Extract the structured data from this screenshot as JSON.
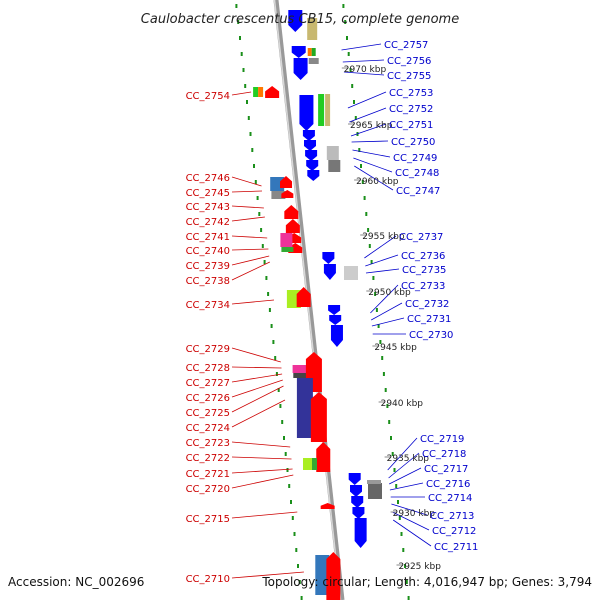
{
  "title": "Caulobacter crescentus CB15, complete genome",
  "footer": {
    "accession": "Accession: NC_002696",
    "topology": "Topology: circular; Length: 4,016,947 bp; Genes: 3,794"
  },
  "colors": {
    "forward": "#ff0000",
    "reverse": "#0000ff",
    "backbone": "#999999",
    "track_dots": "#1a8f1a",
    "label_left": "#cc0000",
    "label_right": "#0000cc"
  },
  "kbp_marks": [
    {
      "label": "2970 kbp"
    },
    {
      "label": "2965 kbp"
    },
    {
      "label": "2960 kbp"
    },
    {
      "label": "2955 kbp"
    },
    {
      "label": "2950 kbp"
    },
    {
      "label": "2945 kbp"
    },
    {
      "label": "2940 kbp"
    },
    {
      "label": "2935 kbp"
    },
    {
      "label": "2930 kbp"
    },
    {
      "label": "2925 kbp"
    }
  ],
  "left_genes": [
    "CC_2754",
    "CC_2746",
    "CC_2745",
    "CC_2743",
    "CC_2742",
    "CC_2741",
    "CC_2740",
    "CC_2739",
    "CC_2738",
    "CC_2734",
    "CC_2729",
    "CC_2728",
    "CC_2727",
    "CC_2726",
    "CC_2725",
    "CC_2724",
    "CC_2723",
    "CC_2722",
    "CC_2721",
    "CC_2720",
    "CC_2715",
    "CC_2710"
  ],
  "right_genes": [
    "CC_2757",
    "CC_2756",
    "CC_2755",
    "CC_2753",
    "CC_2752",
    "CC_2751",
    "CC_2750",
    "CC_2749",
    "CC_2748",
    "CC_2747",
    "CC_2737",
    "CC_2736",
    "CC_2735",
    "CC_2733",
    "CC_2732",
    "CC_2731",
    "CC_2730",
    "CC_2719",
    "CC_2718",
    "CC_2717",
    "CC_2716",
    "CC_2714",
    "CC_2713",
    "CC_2712",
    "CC_2711"
  ]
}
